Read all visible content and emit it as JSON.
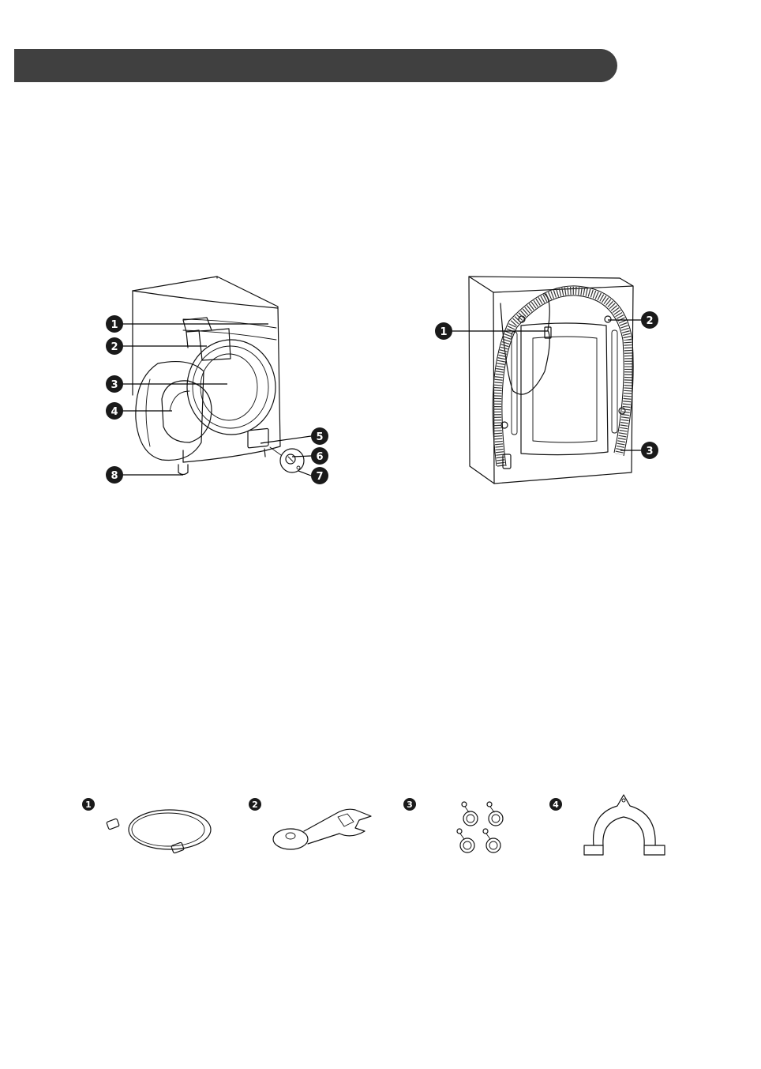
{
  "header": {
    "title": ""
  },
  "front_view": {
    "callouts": [
      {
        "num": "1",
        "part": "control-panel"
      },
      {
        "num": "2",
        "part": "detergent-drawer"
      },
      {
        "num": "3",
        "part": "drum"
      },
      {
        "num": "4",
        "part": "door"
      },
      {
        "num": "5",
        "part": "cover-cap"
      },
      {
        "num": "6",
        "part": "drain-pump-filter"
      },
      {
        "num": "7",
        "part": "drain-plug"
      },
      {
        "num": "8",
        "part": "adjustable-foot"
      }
    ]
  },
  "back_view": {
    "callouts": [
      {
        "num": "1",
        "part": "power-plug"
      },
      {
        "num": "2",
        "part": "transit-bolts"
      },
      {
        "num": "3",
        "part": "drain-hose"
      }
    ]
  },
  "accessories": [
    {
      "num": "1",
      "item": "inlet-hose"
    },
    {
      "num": "2",
      "item": "spanner"
    },
    {
      "num": "3",
      "item": "caps-for-covering-transit-bolt-holes"
    },
    {
      "num": "4",
      "item": "elbow-bracket"
    }
  ],
  "colors": {
    "header_bar": "#404040",
    "callout_circle": "#1a1a1a",
    "line_art": "#111111"
  }
}
